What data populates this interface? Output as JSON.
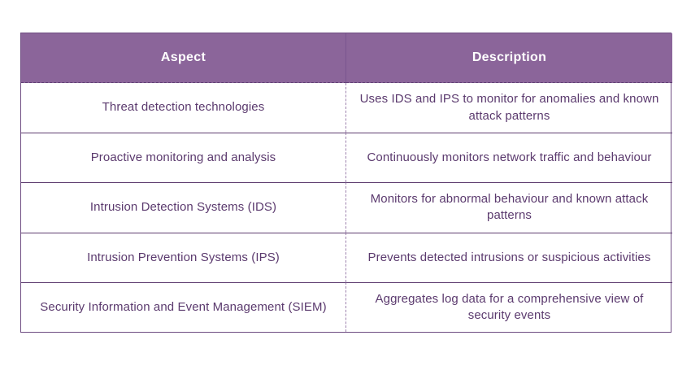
{
  "colors": {
    "header_bg": "#8b659a",
    "header_text": "#ffffff",
    "body_text": "#5b3a6e",
    "border": "#5e3d70",
    "divider_dashed": "#9f84af",
    "page_bg": "#ffffff"
  },
  "table": {
    "columns": [
      "Aspect",
      "Description"
    ],
    "rows": [
      {
        "aspect": "Threat detection technologies",
        "description": "Uses IDS and IPS to monitor for anomalies and known attack patterns"
      },
      {
        "aspect": "Proactive monitoring and analysis",
        "description": "Continuously monitors network traffic and behaviour"
      },
      {
        "aspect": "Intrusion Detection Systems (IDS)",
        "description": "Monitors for abnormal behaviour and known attack patterns"
      },
      {
        "aspect": "Intrusion Prevention Systems (IPS)",
        "description": "Prevents detected intrusions or suspicious activities"
      },
      {
        "aspect": "Security Information and Event Management (SIEM)",
        "description": "Aggregates log data for a comprehensive view of security events"
      }
    ]
  }
}
